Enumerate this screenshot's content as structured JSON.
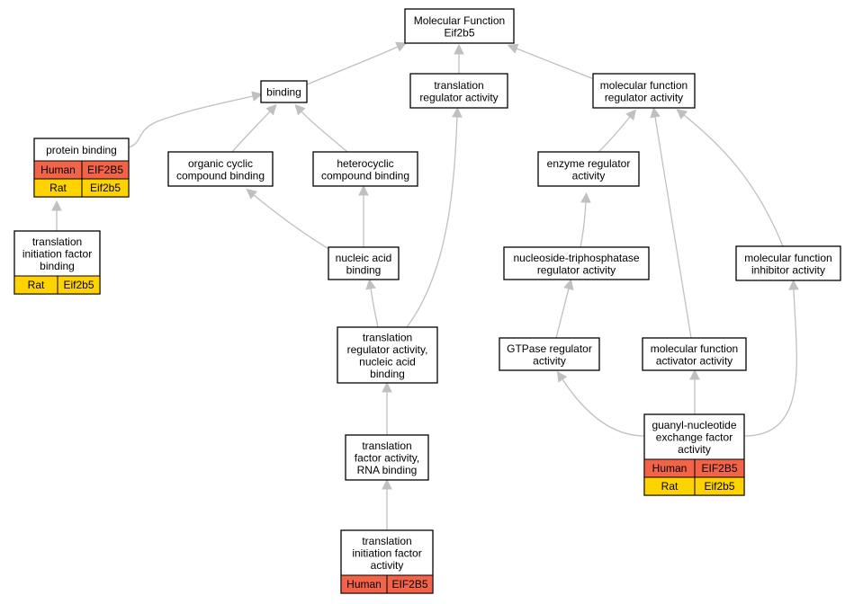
{
  "colors": {
    "human": "#f26347",
    "rat": "#ffd300",
    "edge": "#c0c0c0"
  },
  "nodes": [
    {
      "id": "mf_root",
      "lines": [
        "Molecular Function",
        "Eif2b5"
      ]
    },
    {
      "id": "binding",
      "lines": [
        "binding"
      ]
    },
    {
      "id": "translation_regulator_activity",
      "lines": [
        "translation",
        "regulator activity"
      ]
    },
    {
      "id": "molecular_function_regulator_activity",
      "lines": [
        "molecular function",
        "regulator activity"
      ]
    },
    {
      "id": "protein_binding",
      "lines": [
        "protein binding"
      ],
      "rows": [
        {
          "species": "Human",
          "gene": "EIF2B5"
        },
        {
          "species": "Rat",
          "gene": "Eif2b5"
        }
      ]
    },
    {
      "id": "organic_cyclic_compound_binding",
      "lines": [
        "organic cyclic",
        "compound binding"
      ]
    },
    {
      "id": "heterocyclic_compound_binding",
      "lines": [
        "heterocyclic",
        "compound binding"
      ]
    },
    {
      "id": "enzyme_regulator_activity",
      "lines": [
        "enzyme regulator",
        "activity"
      ]
    },
    {
      "id": "translation_initiation_factor_binding",
      "lines": [
        "translation",
        "initiation factor",
        "binding"
      ],
      "rows": [
        {
          "species": "Rat",
          "gene": "Eif2b5"
        }
      ]
    },
    {
      "id": "nucleic_acid_binding",
      "lines": [
        "nucleic acid",
        "binding"
      ]
    },
    {
      "id": "nucleoside_triphosphatase_regulator_activity",
      "lines": [
        "nucleoside-triphosphatase",
        "regulator activity"
      ]
    },
    {
      "id": "molecular_function_inhibitor_activity",
      "lines": [
        "molecular function",
        "inhibitor activity"
      ]
    },
    {
      "id": "translation_regulator_activity_nucleic_acid_binding",
      "lines": [
        "translation",
        "regulator activity,",
        "nucleic acid",
        "binding"
      ]
    },
    {
      "id": "gtpase_regulator_activity",
      "lines": [
        "GTPase regulator",
        "activity"
      ]
    },
    {
      "id": "molecular_function_activator_activity",
      "lines": [
        "molecular function",
        "activator activity"
      ]
    },
    {
      "id": "translation_factor_activity_rna_binding",
      "lines": [
        "translation",
        "factor activity,",
        "RNA binding"
      ]
    },
    {
      "id": "guanyl_nucleotide_exchange_factor_activity",
      "lines": [
        "guanyl-nucleotide",
        "exchange factor",
        "activity"
      ],
      "rows": [
        {
          "species": "Human",
          "gene": "EIF2B5"
        },
        {
          "species": "Rat",
          "gene": "Eif2b5"
        }
      ]
    },
    {
      "id": "translation_initiation_factor_activity",
      "lines": [
        "translation",
        "initiation factor",
        "activity"
      ],
      "rows": [
        {
          "species": "Human",
          "gene": "EIF2B5"
        }
      ]
    }
  ],
  "edges": [
    {
      "from": "binding",
      "to": "mf_root"
    },
    {
      "from": "translation_regulator_activity",
      "to": "mf_root"
    },
    {
      "from": "molecular_function_regulator_activity",
      "to": "mf_root"
    },
    {
      "from": "protein_binding",
      "to": "binding"
    },
    {
      "from": "organic_cyclic_compound_binding",
      "to": "binding"
    },
    {
      "from": "heterocyclic_compound_binding",
      "to": "binding"
    },
    {
      "from": "enzyme_regulator_activity",
      "to": "molecular_function_regulator_activity"
    },
    {
      "from": "molecular_function_inhibitor_activity",
      "to": "molecular_function_regulator_activity"
    },
    {
      "from": "molecular_function_activator_activity",
      "to": "molecular_function_regulator_activity"
    },
    {
      "from": "translation_initiation_factor_binding",
      "to": "protein_binding"
    },
    {
      "from": "nucleic_acid_binding",
      "to": "organic_cyclic_compound_binding"
    },
    {
      "from": "nucleic_acid_binding",
      "to": "heterocyclic_compound_binding"
    },
    {
      "from": "nucleoside_triphosphatase_regulator_activity",
      "to": "enzyme_regulator_activity"
    },
    {
      "from": "translation_regulator_activity_nucleic_acid_binding",
      "to": "nucleic_acid_binding"
    },
    {
      "from": "translation_regulator_activity_nucleic_acid_binding",
      "to": "translation_regulator_activity"
    },
    {
      "from": "gtpase_regulator_activity",
      "to": "nucleoside_triphosphatase_regulator_activity"
    },
    {
      "from": "translation_factor_activity_rna_binding",
      "to": "translation_regulator_activity_nucleic_acid_binding"
    },
    {
      "from": "guanyl_nucleotide_exchange_factor_activity",
      "to": "gtpase_regulator_activity"
    },
    {
      "from": "guanyl_nucleotide_exchange_factor_activity",
      "to": "molecular_function_activator_activity"
    },
    {
      "from": "guanyl_nucleotide_exchange_factor_activity",
      "to": "molecular_function_inhibitor_activity"
    },
    {
      "from": "translation_initiation_factor_activity",
      "to": "translation_factor_activity_rna_binding"
    }
  ]
}
